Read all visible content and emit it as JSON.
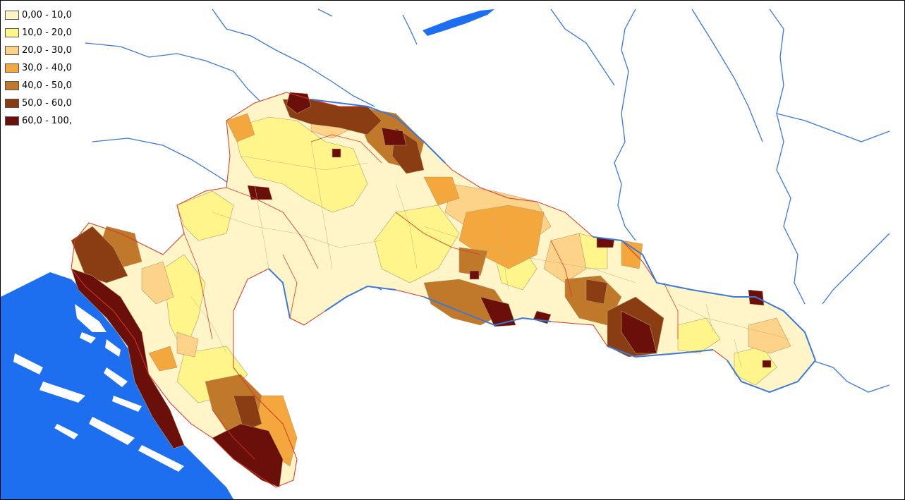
{
  "colors": {
    "water": "#1e6ff0",
    "river": "#3c78d8",
    "region_border": "#d9372b",
    "class_fill": [
      "#fff5c8",
      "#fff58a",
      "#fdd38a",
      "#f4a73c",
      "#c0782a",
      "#8a3c12",
      "#6a0f0a"
    ]
  },
  "legend": {
    "items": [
      {
        "label": "0,00 - 10,0",
        "color": "#fff5c8"
      },
      {
        "label": "10,0 - 20,0",
        "color": "#fff58a"
      },
      {
        "label": "20,0 - 30,0",
        "color": "#fdd38a"
      },
      {
        "label": "30,0 - 40,0",
        "color": "#f4a73c"
      },
      {
        "label": "40,0 - 50,0",
        "color": "#c0782a"
      },
      {
        "label": "50,0 - 60,0",
        "color": "#8a3c12"
      },
      {
        "label": "60,0 - 100,",
        "color": "#6a0f0a"
      }
    ]
  }
}
